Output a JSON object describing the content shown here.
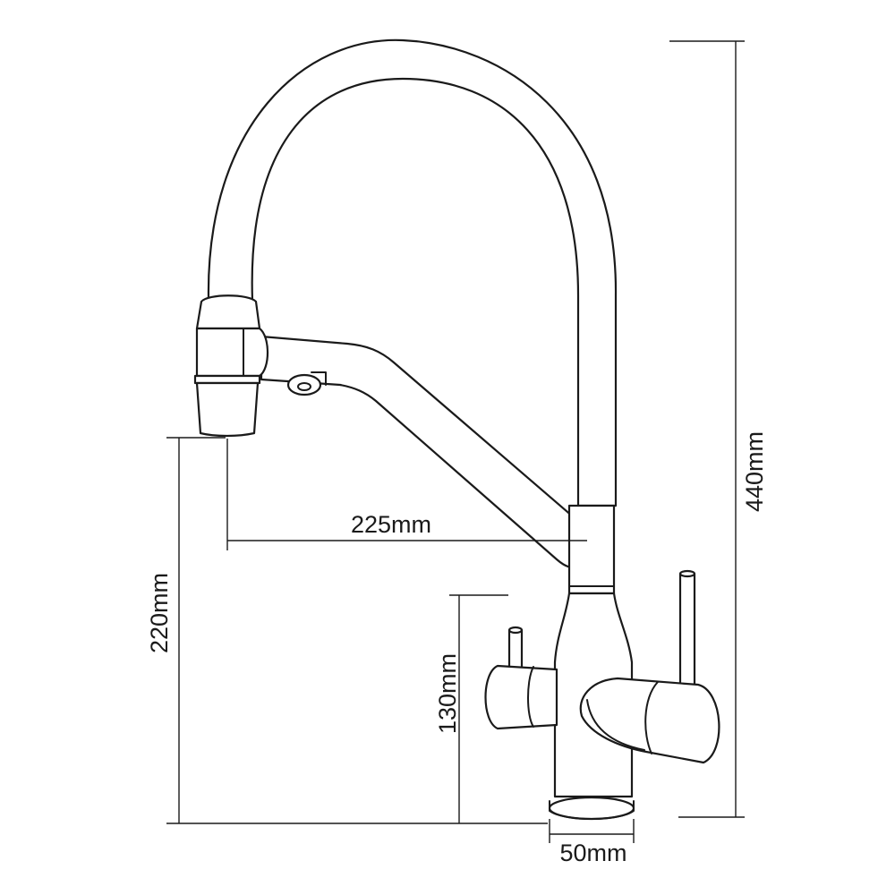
{
  "dimensions": {
    "height_total": "440mm",
    "spout_reach": "225mm",
    "spout_height": "220mm",
    "handle_height": "130mm",
    "base_diameter": "50mm"
  },
  "colors": {
    "stroke": "#1a1a1a",
    "background": "#ffffff"
  }
}
